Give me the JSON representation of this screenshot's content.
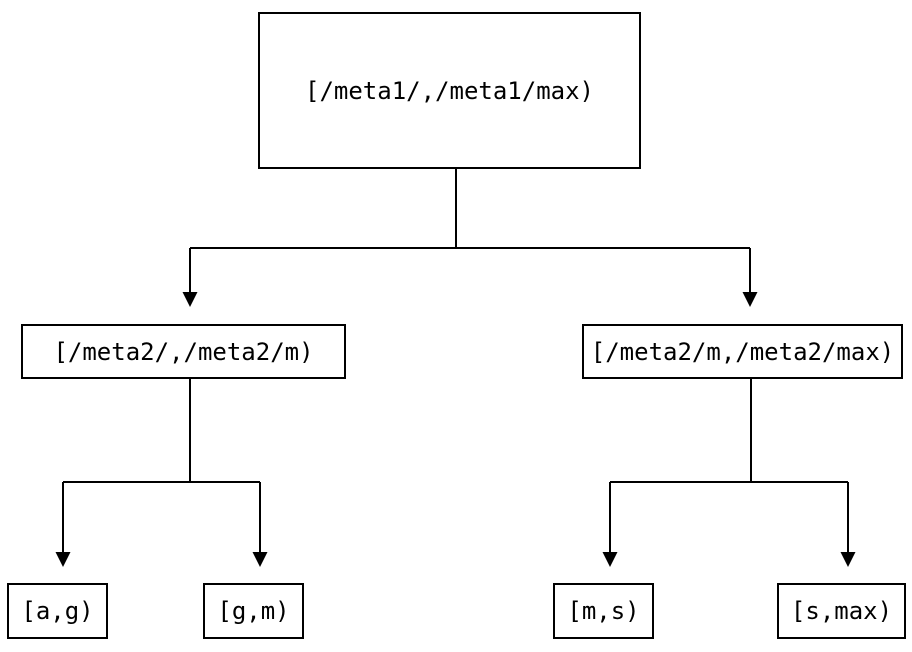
{
  "tree": {
    "root": {
      "label": "[/meta1/,/meta1/max)"
    },
    "children": [
      {
        "label": "[/meta2/,/meta2/m)",
        "children": [
          {
            "label": "[a,g)"
          },
          {
            "label": "[g,m)"
          }
        ]
      },
      {
        "label": "[/meta2/m,/meta2/max)",
        "children": [
          {
            "label": "[m,s)"
          },
          {
            "label": "[s,max)"
          }
        ]
      }
    ]
  },
  "colors": {
    "line": "#000000",
    "text": "#000000",
    "background": "#ffffff"
  }
}
